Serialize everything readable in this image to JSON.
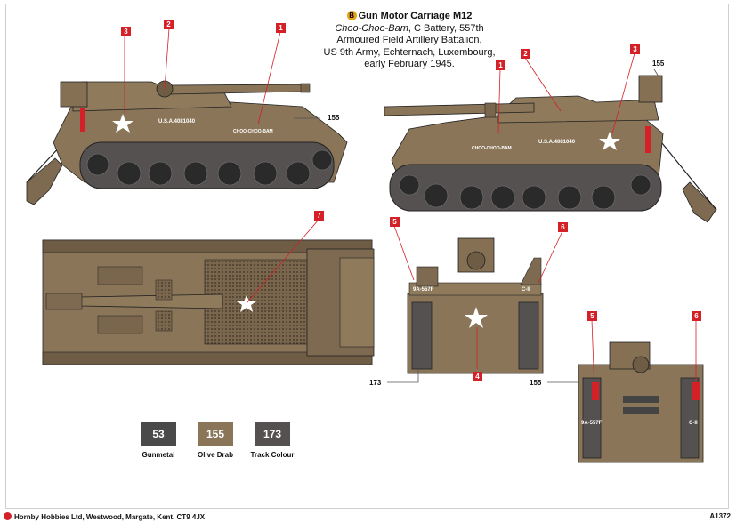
{
  "title": {
    "badge": "B",
    "heading": "Gun Motor Carriage M12",
    "name_italic": "Choo-Choo-Bam",
    "line1_rest": ", C Battery, 557th",
    "line2": "Armoured Field Artillery Battalion,",
    "line3": "US 9th Army, Echternach, Luxembourg,",
    "line4": "early February 1945."
  },
  "markings": {
    "serial": "U.S.A.4081040",
    "name": "CHOO-CHOO-BAM",
    "unit_code": "9A-557F",
    "unit_code_rear": "9A-557F",
    "unit_right": "C-II"
  },
  "callouts": [
    "1",
    "2",
    "3",
    "4",
    "5",
    "6",
    "7"
  ],
  "paint_refs": {
    "p155": "155",
    "p173": "173"
  },
  "paints": [
    {
      "code": "53",
      "name": "Gunmetal",
      "color": "#4a4a4a"
    },
    {
      "code": "155",
      "name": "Olive Drab",
      "color": "#8a7558"
    },
    {
      "code": "173",
      "name": "Track Colour",
      "color": "#555150"
    }
  ],
  "colors": {
    "olive": "#8a7558",
    "olive_dark": "#6e5c44",
    "track": "#555150",
    "accent": "#d42027"
  },
  "footer": {
    "company": "Hornby Hobbies Ltd, Westwood, Margate, Kent, CT9 4JX",
    "code": "A1372"
  }
}
